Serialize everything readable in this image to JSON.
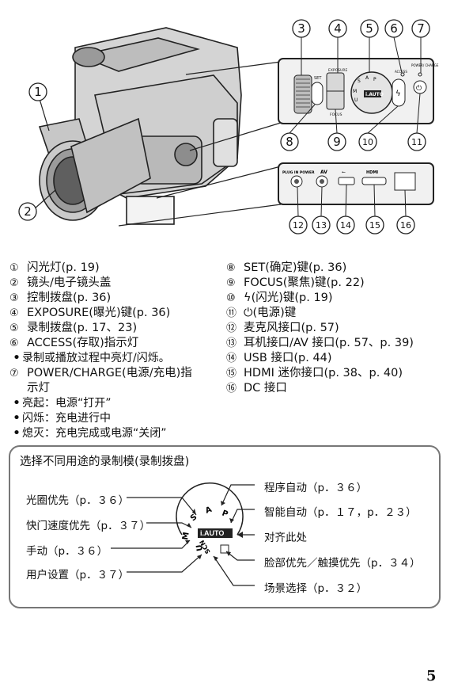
{
  "callouts": [
    "1",
    "2",
    "3",
    "4",
    "5",
    "6",
    "7",
    "8",
    "9",
    "10",
    "11",
    "12",
    "13",
    "14",
    "15",
    "16"
  ],
  "camera_markings": {
    "set": "SET",
    "focus": "FOCUS",
    "exposure": "EXPOSURE",
    "access": "ACCESS",
    "power_charge": "POWER/\nCHARGE",
    "plug_in_power": "PLUG IN POWER",
    "av": "AV",
    "hdmi": "HDMI",
    "dial_letters": [
      "S",
      "A",
      "P",
      "M",
      "U",
      "i.AUTO"
    ]
  },
  "items_left": [
    {
      "num": "①",
      "text": "闪光灯(p. 19)"
    },
    {
      "num": "②",
      "text": "镜头/电子镜头盖"
    },
    {
      "num": "③",
      "text": "控制拨盘(p. 36)"
    },
    {
      "num": "④",
      "text": "EXPOSURE(曝光)键(p. 36)"
    },
    {
      "num": "⑤",
      "text": "录制拨盘(p. 17、23)"
    },
    {
      "num": "⑥",
      "text": "ACCESS(存取)指示灯"
    },
    {
      "bullet": "•",
      "text": "录制或播放过程中亮灯/闪烁。"
    },
    {
      "num": "⑦",
      "text": "POWER/CHARGE(电源/充电)指"
    },
    {
      "num": "",
      "text": "示灯"
    },
    {
      "bullet": "•",
      "text": "亮起：电源“打开”"
    },
    {
      "bullet": "•",
      "text": "闪烁：充电进行中"
    },
    {
      "bullet": "•",
      "text": "熄灭：充电完成或电源“关闭”"
    }
  ],
  "items_right": [
    {
      "num": "⑧",
      "text": "SET(确定)键(p. 36)"
    },
    {
      "num": "⑨",
      "text": "FOCUS(聚焦)键(p. 22)"
    },
    {
      "num": "⑩",
      "text": "ϟ(闪光)键(p. 19)"
    },
    {
      "num": "⑪",
      "text": "⏻(电源)键"
    },
    {
      "num": "⑫",
      "text": "麦克风接口(p. 57)"
    },
    {
      "num": "⑬",
      "text": "耳机接口/AV 接口(p. 57、p. 39)"
    },
    {
      "num": "⑭",
      "text": "USB 接口(p. 44)"
    },
    {
      "num": "⑮",
      "text": "HDMI 迷你接口(p. 38、p. 40)"
    },
    {
      "num": "⑯",
      "text": "DC 接口"
    }
  ],
  "dial_section": {
    "title": "选择不同用途的录制模(录制拨盘)",
    "labels": {
      "aperture": "光圈优先（p．３６）",
      "shutter": "快门速度优先（p．３７）",
      "manual": "手动（p．３６）",
      "user": "用户设置（p．３７）",
      "program": "程序自动（p．３６）",
      "intelligent": "智能自动（p．１７，p．２３）",
      "align": "对齐此处",
      "face": "脸部优先／触摸优先（p．３４）",
      "scene": "场景选择（p．３２）"
    },
    "dial_letters": {
      "s": "S",
      "a": "A",
      "p": "P",
      "m": "M",
      "u": "U",
      "iauto": "i.AUTO",
      "scn": "SCN"
    }
  },
  "page_number": "5"
}
